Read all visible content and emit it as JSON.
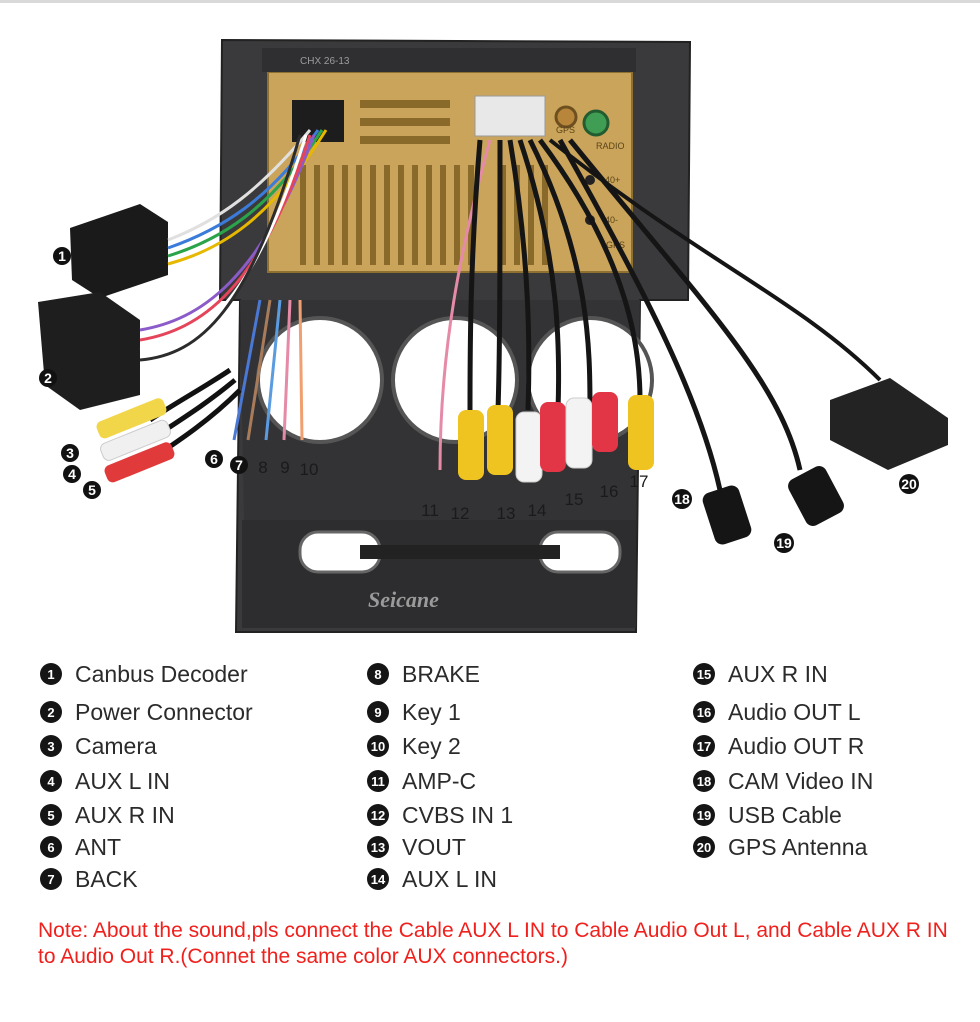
{
  "unit_labels": {
    "top_sticker": "CHX 26-13",
    "gps_port": "GPS",
    "radio_port": "RADIO",
    "port_40a": "40+",
    "port_40b": "40-",
    "gps_port2": "GPS",
    "brand": "Seicane"
  },
  "callouts": [
    "1",
    "2",
    "3",
    "4",
    "5",
    "6",
    "7",
    "8",
    "9",
    "10",
    "11",
    "12",
    "13",
    "14",
    "15",
    "16",
    "17",
    "18",
    "19",
    "20"
  ],
  "legend": {
    "col1": [
      {
        "num": "1",
        "label": "Canbus Decoder"
      },
      {
        "num": "2",
        "label": "Power Connector"
      },
      {
        "num": "3",
        "label": "Camera"
      },
      {
        "num": "4",
        "label": "AUX L IN"
      },
      {
        "num": "5",
        "label": "AUX R IN"
      },
      {
        "num": "6",
        "label": "ANT"
      },
      {
        "num": "7",
        "label": "BACK"
      }
    ],
    "col2": [
      {
        "num": "8",
        "label": "BRAKE"
      },
      {
        "num": "9",
        "label": "Key 1"
      },
      {
        "num": "10",
        "label": "Key 2"
      },
      {
        "num": "11",
        "label": "AMP-C"
      },
      {
        "num": "12",
        "label": "CVBS IN 1"
      },
      {
        "num": "13",
        "label": "VOUT"
      },
      {
        "num": "14",
        "label": "AUX L IN"
      }
    ],
    "col3": [
      {
        "num": "15",
        "label": "AUX R IN"
      },
      {
        "num": "16",
        "label": "Audio OUT L"
      },
      {
        "num": "17",
        "label": "Audio OUT R"
      },
      {
        "num": "18",
        "label": "CAM Video IN"
      },
      {
        "num": "19",
        "label": "USB Cable"
      },
      {
        "num": "20",
        "label": "GPS Antenna"
      }
    ]
  },
  "note": "Note: About the sound,pls connect the Cable AUX L IN to Cable Audio Out L, and Cable AUX R IN to  Audio Out R.(Connet the same color AUX connectors.)",
  "colors": {
    "note_red": "#f0201c",
    "housing": "#3a3a3c",
    "gold_panel": "#c9a45a"
  }
}
